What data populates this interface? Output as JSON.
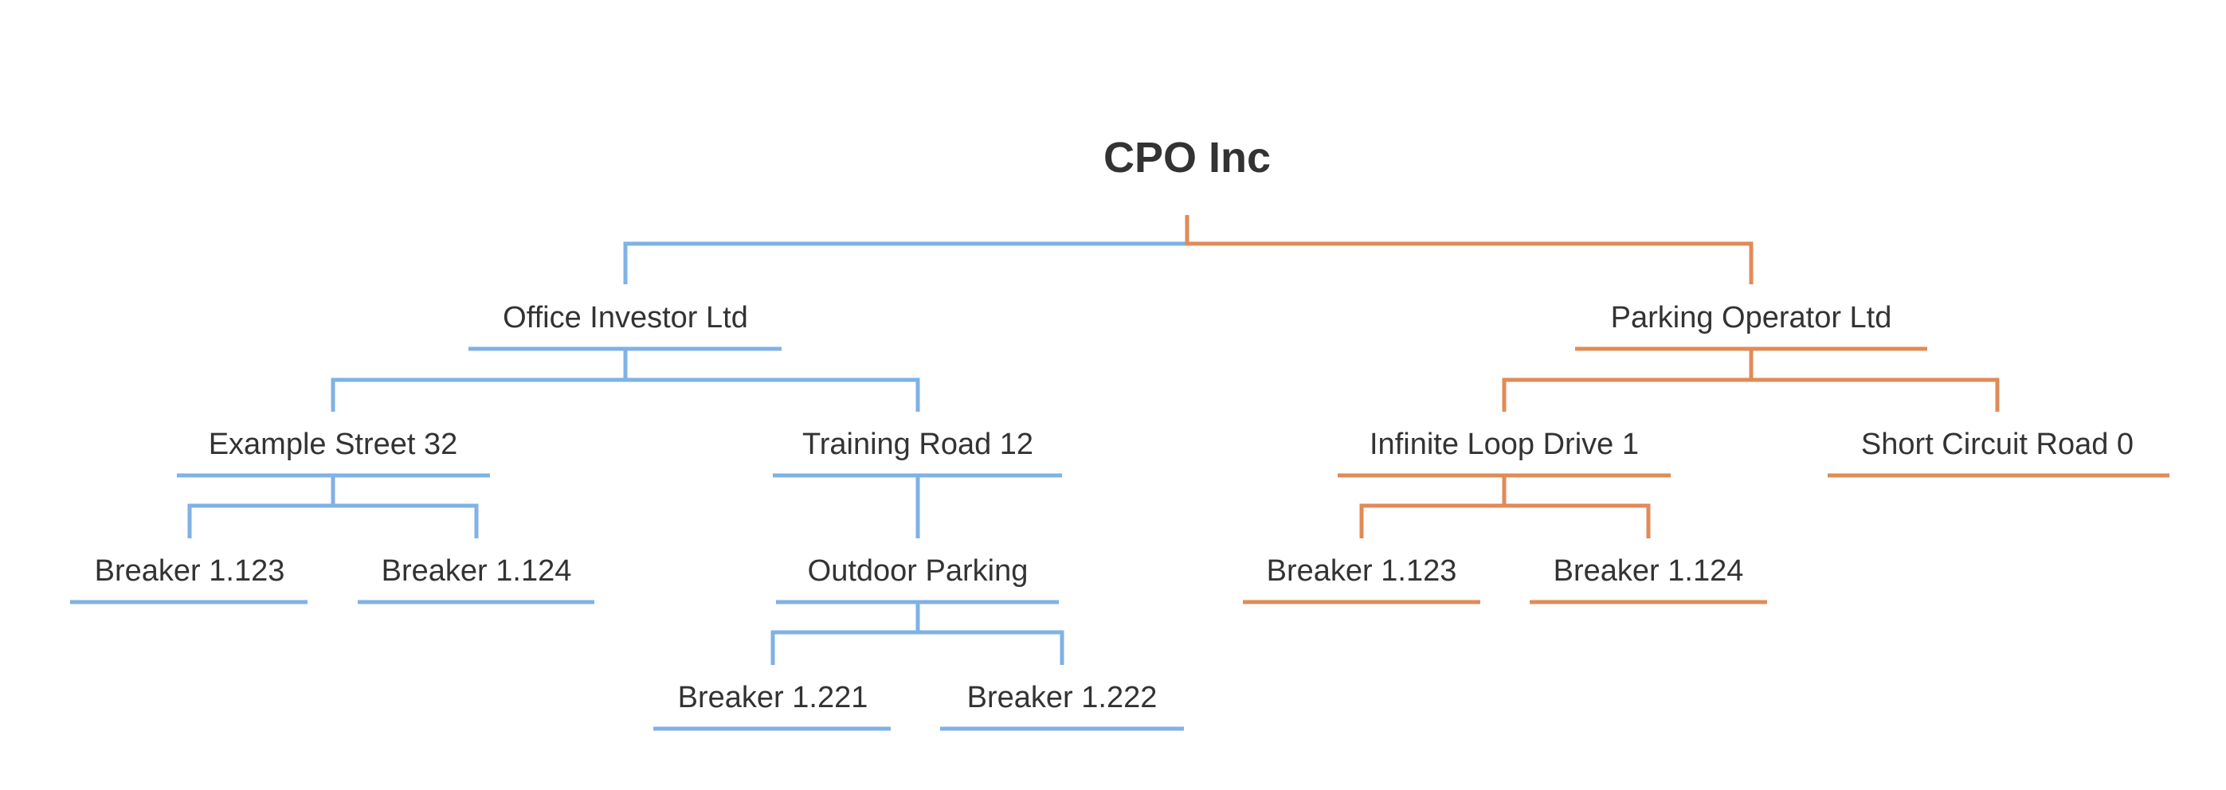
{
  "colors": {
    "left_branch": "#7fb2e5",
    "right_branch": "#e08b57",
    "text": "#333333",
    "background": "#ffffff"
  },
  "tree": {
    "root": {
      "label": "CPO Inc",
      "children": [
        {
          "label": "Office Investor Ltd",
          "children": [
            {
              "label": "Example Street 32",
              "children": [
                {
                  "label": "Breaker 1.123"
                },
                {
                  "label": "Breaker 1.124"
                }
              ]
            },
            {
              "label": "Training Road 12",
              "children": [
                {
                  "label": "Outdoor Parking",
                  "children": [
                    {
                      "label": "Breaker 1.221"
                    },
                    {
                      "label": "Breaker 1.222"
                    }
                  ]
                }
              ]
            }
          ]
        },
        {
          "label": "Parking Operator Ltd",
          "children": [
            {
              "label": "Infinite Loop Drive 1",
              "children": [
                {
                  "label": "Breaker 1.123"
                },
                {
                  "label": "Breaker 1.124"
                }
              ]
            },
            {
              "label": "Short Circuit Road 0"
            }
          ]
        }
      ]
    }
  }
}
